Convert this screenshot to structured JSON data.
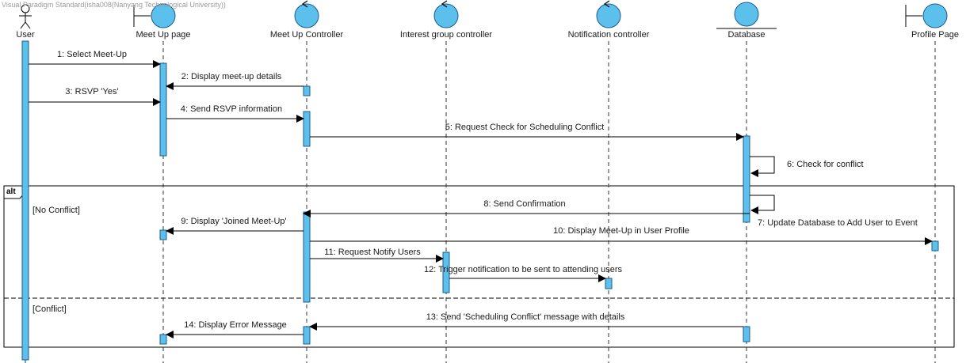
{
  "watermark": "Visual Paradigm Standard(isha008(Nanyang Technological University))",
  "participants": [
    {
      "id": "user",
      "label": "User",
      "kind": "actor"
    },
    {
      "id": "meetup_page",
      "label": "Meet Up page",
      "kind": "boundary"
    },
    {
      "id": "meetup_controller",
      "label": "Meet Up Controller",
      "kind": "control"
    },
    {
      "id": "interest_controller",
      "label": "Interest group controller",
      "kind": "control"
    },
    {
      "id": "notification_controller",
      "label": "Notification controller",
      "kind": "control"
    },
    {
      "id": "database",
      "label": "Database",
      "kind": "entity"
    },
    {
      "id": "profile_page",
      "label": "Profile Page",
      "kind": "boundary"
    }
  ],
  "messages": [
    {
      "n": 1,
      "text": "1: Select Meet-Up",
      "from": "user",
      "to": "meetup_page",
      "style": "call"
    },
    {
      "n": 2,
      "text": "2: Display meet-up details",
      "from": "meetup_controller",
      "to": "meetup_page",
      "style": "call"
    },
    {
      "n": 3,
      "text": "3: RSVP 'Yes'",
      "from": "user",
      "to": "meetup_page",
      "style": "call"
    },
    {
      "n": 4,
      "text": "4: Send RSVP information",
      "from": "meetup_page",
      "to": "meetup_controller",
      "style": "call"
    },
    {
      "n": 5,
      "text": "5: Request Check for Scheduling Conflict",
      "from": "meetup_controller",
      "to": "database",
      "style": "call"
    },
    {
      "n": 6,
      "text": "6: Check for conflict",
      "from": "database",
      "to": "database",
      "style": "self"
    },
    {
      "n": 7,
      "text": "7: Update Database to Add User to Event",
      "from": "database",
      "to": "database",
      "style": "self"
    },
    {
      "n": 8,
      "text": "8: Send Confirmation",
      "from": "database",
      "to": "meetup_controller",
      "style": "call"
    },
    {
      "n": 9,
      "text": "9: Display 'Joined Meet-Up'",
      "from": "meetup_controller",
      "to": "meetup_page",
      "style": "call"
    },
    {
      "n": 10,
      "text": "10: Display Meet-Up in User Profile",
      "from": "meetup_controller",
      "to": "profile_page",
      "style": "call"
    },
    {
      "n": 11,
      "text": "11: Request Notify Users",
      "from": "meetup_controller",
      "to": "interest_controller",
      "style": "call"
    },
    {
      "n": 12,
      "text": "12: Trigger notification to be sent to attending users",
      "from": "interest_controller",
      "to": "notification_controller",
      "style": "call"
    },
    {
      "n": 13,
      "text": "13: Send 'Scheduling Conflict' message with details",
      "from": "database",
      "to": "meetup_controller",
      "style": "call"
    },
    {
      "n": 14,
      "text": "14: Display Error Message",
      "from": "meetup_controller",
      "to": "meetup_page",
      "style": "call"
    }
  ],
  "fragment": {
    "operator": "alt",
    "guards": [
      "[No Conflict]",
      "[Conflict]"
    ]
  },
  "colors": {
    "activation_fill": "#5bc0eb",
    "activation_stroke": "#1f5c8a",
    "head_fill": "#5bc0eb",
    "line": "#000000",
    "lifeline": "#333333"
  }
}
